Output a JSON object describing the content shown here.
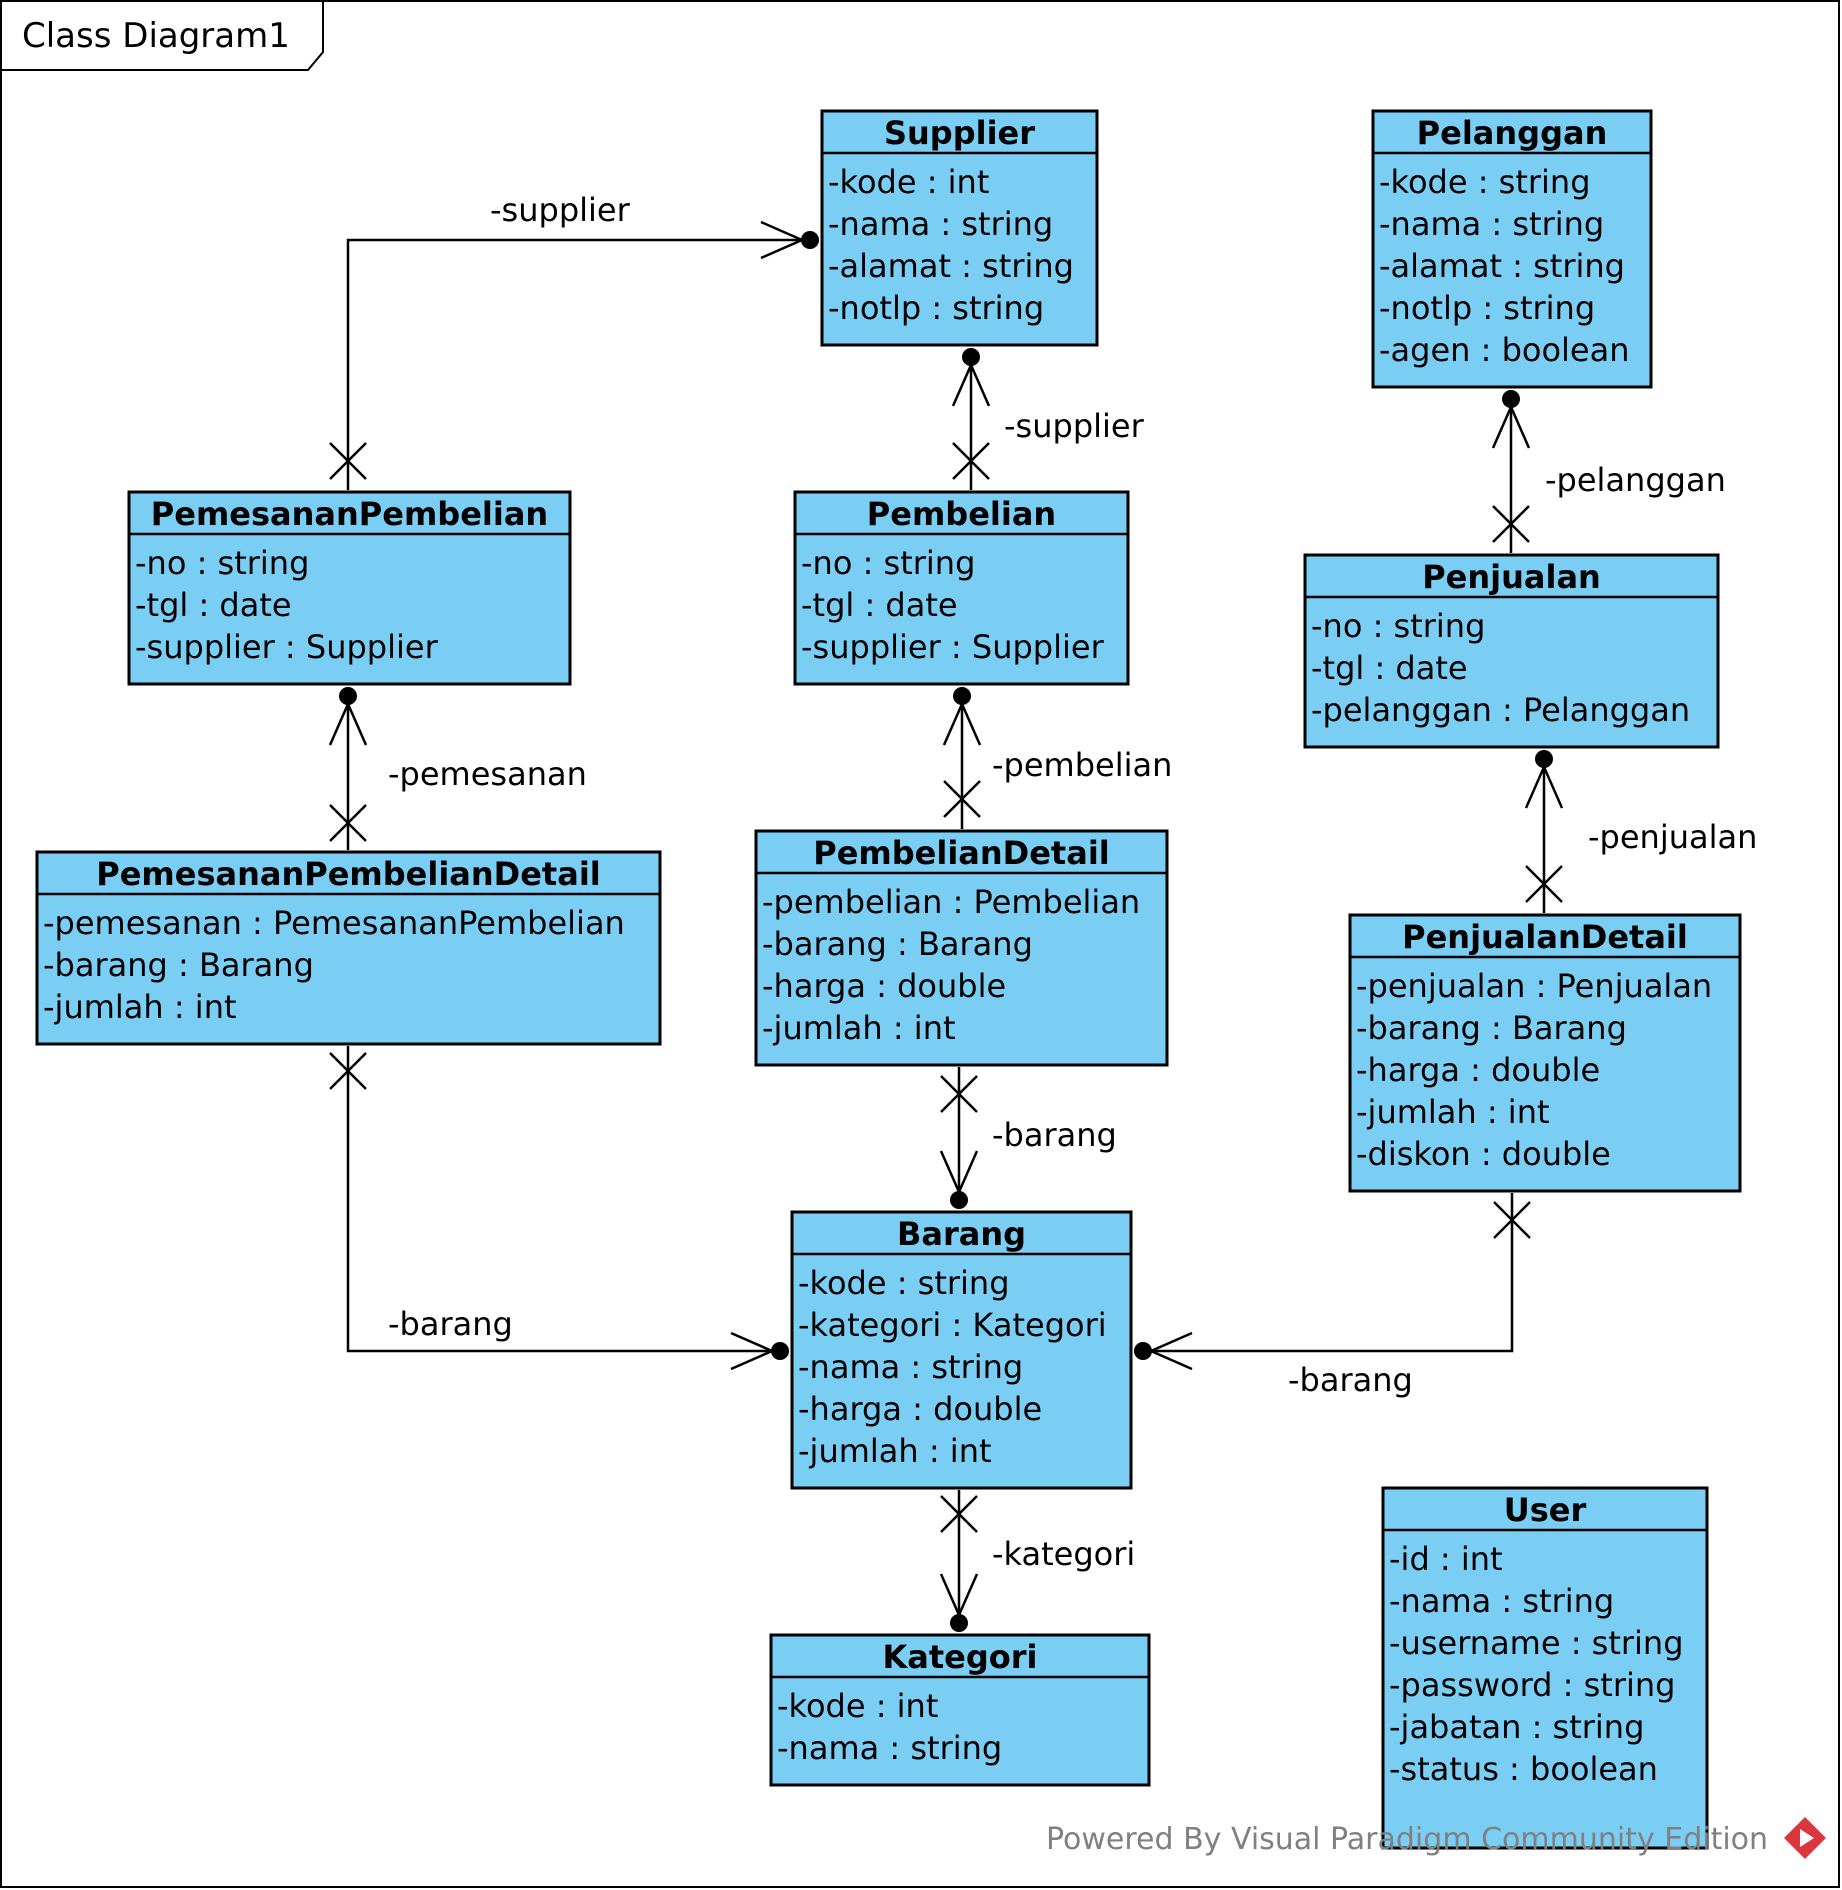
{
  "diagram": {
    "frame_title": "Class Diagram1",
    "footer": "Powered By Visual Paradigm Community Edition",
    "colors": {
      "class_fill": "#7ACEF4",
      "stroke": "#000000",
      "footer_text": "#808080",
      "logo": "#D9363E"
    }
  },
  "classes": {
    "supplier": {
      "name": "Supplier",
      "attributes": [
        "-kode : int",
        "-nama : string",
        "-alamat : string",
        "-notlp : string"
      ]
    },
    "pelanggan": {
      "name": "Pelanggan",
      "attributes": [
        "-kode : string",
        "-nama : string",
        "-alamat : string",
        "-notlp : string",
        "-agen : boolean"
      ]
    },
    "pemesanan_pembelian": {
      "name": "PemesananPembelian",
      "attributes": [
        "-no : string",
        "-tgl : date",
        "-supplier : Supplier"
      ]
    },
    "pembelian": {
      "name": "Pembelian",
      "attributes": [
        "-no : string",
        "-tgl : date",
        "-supplier : Supplier"
      ]
    },
    "penjualan": {
      "name": "Penjualan",
      "attributes": [
        "-no : string",
        "-tgl : date",
        "-pelanggan : Pelanggan"
      ]
    },
    "pemesanan_pembelian_detail": {
      "name": "PemesananPembelianDetail",
      "attributes": [
        "-pemesanan : PemesananPembelian",
        "-barang : Barang",
        "-jumlah : int"
      ]
    },
    "pembelian_detail": {
      "name": "PembelianDetail",
      "attributes": [
        "-pembelian : Pembelian",
        "-barang : Barang",
        "-harga : double",
        "-jumlah : int"
      ]
    },
    "penjualan_detail": {
      "name": "PenjualanDetail",
      "attributes": [
        "-penjualan : Penjualan",
        "-barang : Barang",
        "-harga : double",
        "-jumlah : int",
        "-diskon : double"
      ]
    },
    "barang": {
      "name": "Barang",
      "attributes": [
        "-kode : string",
        "-kategori : Kategori",
        "-nama : string",
        "-harga : double",
        "-jumlah : int"
      ]
    },
    "kategori": {
      "name": "Kategori",
      "attributes": [
        "-kode : int",
        "-nama : string"
      ]
    },
    "user": {
      "name": "User",
      "attributes": [
        "-id : int",
        "-nama : string",
        "-username : string",
        "-password : string",
        "-jabatan : string",
        "-status : boolean"
      ]
    }
  },
  "associations": [
    {
      "id": "pp-supplier",
      "from": "pemesanan_pembelian",
      "to": "supplier",
      "role": "-supplier"
    },
    {
      "id": "pb-supplier",
      "from": "pembelian",
      "to": "supplier",
      "role": "-supplier"
    },
    {
      "id": "pj-pelanggan",
      "from": "penjualan",
      "to": "pelanggan",
      "role": "-pelanggan"
    },
    {
      "id": "ppd-pemesanan",
      "from": "pemesanan_pembelian_detail",
      "to": "pemesanan_pembelian",
      "role": "-pemesanan"
    },
    {
      "id": "pbd-pembelian",
      "from": "pembelian_detail",
      "to": "pembelian",
      "role": "-pembelian"
    },
    {
      "id": "pjd-penjualan",
      "from": "penjualan_detail",
      "to": "penjualan",
      "role": "-penjualan"
    },
    {
      "id": "pbd-barang",
      "from": "pembelian_detail",
      "to": "barang",
      "role": "-barang"
    },
    {
      "id": "ppd-barang",
      "from": "pemesanan_pembelian_detail",
      "to": "barang",
      "role": "-barang"
    },
    {
      "id": "pjd-barang",
      "from": "penjualan_detail",
      "to": "barang",
      "role": "-barang"
    },
    {
      "id": "barang-kategori",
      "from": "barang",
      "to": "kategori",
      "role": "-kategori"
    }
  ]
}
